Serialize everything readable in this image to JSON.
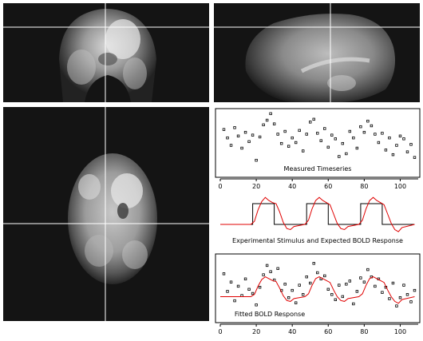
{
  "brain_views": {
    "coronal": {
      "label": "",
      "crosshair_color": "#ffffff"
    },
    "sagittal": {
      "label": "",
      "crosshair_color": "#ffffff"
    },
    "axial": {
      "label": "",
      "crosshair_color": "#ffffff"
    }
  },
  "plots": {
    "measured": {
      "caption": "Measured Timeseries"
    },
    "stimulus": {
      "caption": "Experimental Stimulus and Expected BOLD Response"
    },
    "fitted": {
      "caption": "Fitted BOLD Response"
    }
  },
  "chart_data": [
    {
      "type": "scatter",
      "title": "Measured Timeseries",
      "xlim": [
        0,
        110
      ],
      "ylim": [
        -3,
        3
      ],
      "x_ticks": [
        0,
        20,
        40,
        60,
        80,
        100
      ],
      "series": [
        {
          "color": "#000000",
          "x": [
            2,
            4,
            6,
            8,
            10,
            12,
            14,
            16,
            18,
            20,
            22,
            24,
            26,
            28,
            30,
            32,
            34,
            36,
            38,
            40,
            42,
            44,
            46,
            48,
            50,
            52,
            54,
            56,
            58,
            60,
            62,
            64,
            66,
            68,
            70,
            72,
            74,
            76,
            78,
            80,
            82,
            84,
            86,
            88,
            90,
            92,
            94,
            96,
            98,
            100,
            102,
            104,
            106,
            108
          ],
          "y": [
            1.1,
            0.2,
            -0.6,
            1.3,
            0.4,
            -0.9,
            0.8,
            -0.2,
            0.5,
            -2.2,
            0.3,
            1.6,
            2.1,
            2.8,
            1.7,
            0.6,
            -0.4,
            0.9,
            -0.7,
            0.2,
            -0.3,
            1.0,
            -1.2,
            0.6,
            1.9,
            2.2,
            0.7,
            -0.1,
            1.2,
            -0.8,
            0.5,
            0.1,
            -1.8,
            -0.4,
            -1.5,
            0.9,
            0.2,
            -0.9,
            1.4,
            0.8,
            2.0,
            1.5,
            0.6,
            -0.3,
            0.7,
            -1.1,
            0.2,
            -1.6,
            -0.6,
            0.4,
            0.1,
            -1.3,
            -0.5,
            -1.9
          ]
        }
      ]
    },
    {
      "type": "line",
      "title": "Experimental Stimulus and Expected BOLD Response",
      "xlim": [
        0,
        110
      ],
      "series": [
        {
          "color": "#000000",
          "x": [
            0,
            18,
            18,
            30,
            30,
            48,
            48,
            60,
            60,
            78,
            78,
            90,
            90,
            108
          ],
          "y": [
            0,
            0,
            1,
            1,
            0,
            0,
            1,
            1,
            0,
            0,
            1,
            1,
            0,
            0
          ]
        },
        {
          "color": "#e00000",
          "x": [
            0,
            17,
            19,
            21,
            23,
            25,
            27,
            29,
            31,
            33,
            35,
            37,
            39,
            41,
            47,
            49,
            51,
            53,
            55,
            57,
            59,
            61,
            63,
            65,
            67,
            69,
            71,
            77,
            79,
            81,
            83,
            85,
            87,
            89,
            91,
            93,
            95,
            97,
            99,
            101,
            108
          ],
          "y": [
            0,
            0,
            0.15,
            0.7,
            1.1,
            1.3,
            1.15,
            1.05,
            1.0,
            0.6,
            0.1,
            -0.2,
            -0.25,
            -0.1,
            0,
            0.2,
            0.75,
            1.15,
            1.3,
            1.15,
            1.05,
            0.95,
            0.5,
            0.05,
            -0.2,
            -0.25,
            -0.1,
            0,
            0.2,
            0.75,
            1.15,
            1.3,
            1.15,
            1.05,
            0.95,
            0.5,
            0.05,
            -0.25,
            -0.35,
            -0.15,
            0
          ]
        }
      ]
    },
    {
      "type": "scatter",
      "title": "Fitted BOLD Response",
      "xlim": [
        0,
        110
      ],
      "ylim": [
        -3,
        3
      ],
      "x_ticks": [
        0,
        20,
        40,
        60,
        80,
        100
      ],
      "series": [
        {
          "color": "#000000",
          "x": [
            2,
            4,
            6,
            8,
            10,
            12,
            14,
            16,
            18,
            20,
            22,
            24,
            26,
            28,
            30,
            32,
            34,
            36,
            38,
            40,
            42,
            44,
            46,
            48,
            50,
            52,
            54,
            56,
            58,
            60,
            62,
            64,
            66,
            68,
            70,
            72,
            74,
            76,
            78,
            80,
            82,
            84,
            86,
            88,
            90,
            92,
            94,
            96,
            98,
            100,
            102,
            104,
            106,
            108
          ],
          "y": [
            1.4,
            -0.3,
            0.6,
            -1.2,
            0.2,
            -0.7,
            0.9,
            -0.1,
            -0.5,
            -1.6,
            0.1,
            1.3,
            2.2,
            1.6,
            0.8,
            1.9,
            -0.2,
            0.4,
            -0.9,
            -0.2,
            -1.4,
            0.3,
            -0.6,
            1.1,
            0.5,
            2.4,
            1.5,
            0.9,
            1.2,
            -0.1,
            -0.6,
            -1.1,
            0.3,
            -0.8,
            0.4,
            0.7,
            -1.5,
            -0.3,
            1.0,
            0.6,
            1.8,
            1.1,
            0.2,
            0.9,
            -0.4,
            0.1,
            -1.0,
            0.5,
            -1.7,
            -0.9,
            0.3,
            -0.6,
            -1.3,
            -0.2
          ]
        },
        {
          "color": "#e00000",
          "x": [
            0,
            17,
            19,
            21,
            23,
            25,
            27,
            29,
            31,
            33,
            35,
            37,
            39,
            41,
            47,
            49,
            51,
            53,
            55,
            57,
            59,
            61,
            63,
            65,
            67,
            69,
            71,
            77,
            79,
            81,
            83,
            85,
            87,
            89,
            91,
            93,
            95,
            97,
            99,
            101,
            108
          ],
          "y": [
            0,
            0,
            0.12,
            0.55,
            0.9,
            1.05,
            0.95,
            0.85,
            0.8,
            0.45,
            0.05,
            -0.2,
            -0.25,
            -0.1,
            0,
            0.15,
            0.6,
            0.95,
            1.05,
            0.95,
            0.85,
            0.75,
            0.35,
            0.0,
            -0.2,
            -0.25,
            -0.1,
            0,
            0.15,
            0.6,
            0.95,
            1.05,
            0.95,
            0.85,
            0.75,
            0.35,
            0.0,
            -0.25,
            -0.35,
            -0.15,
            0
          ]
        }
      ]
    }
  ]
}
